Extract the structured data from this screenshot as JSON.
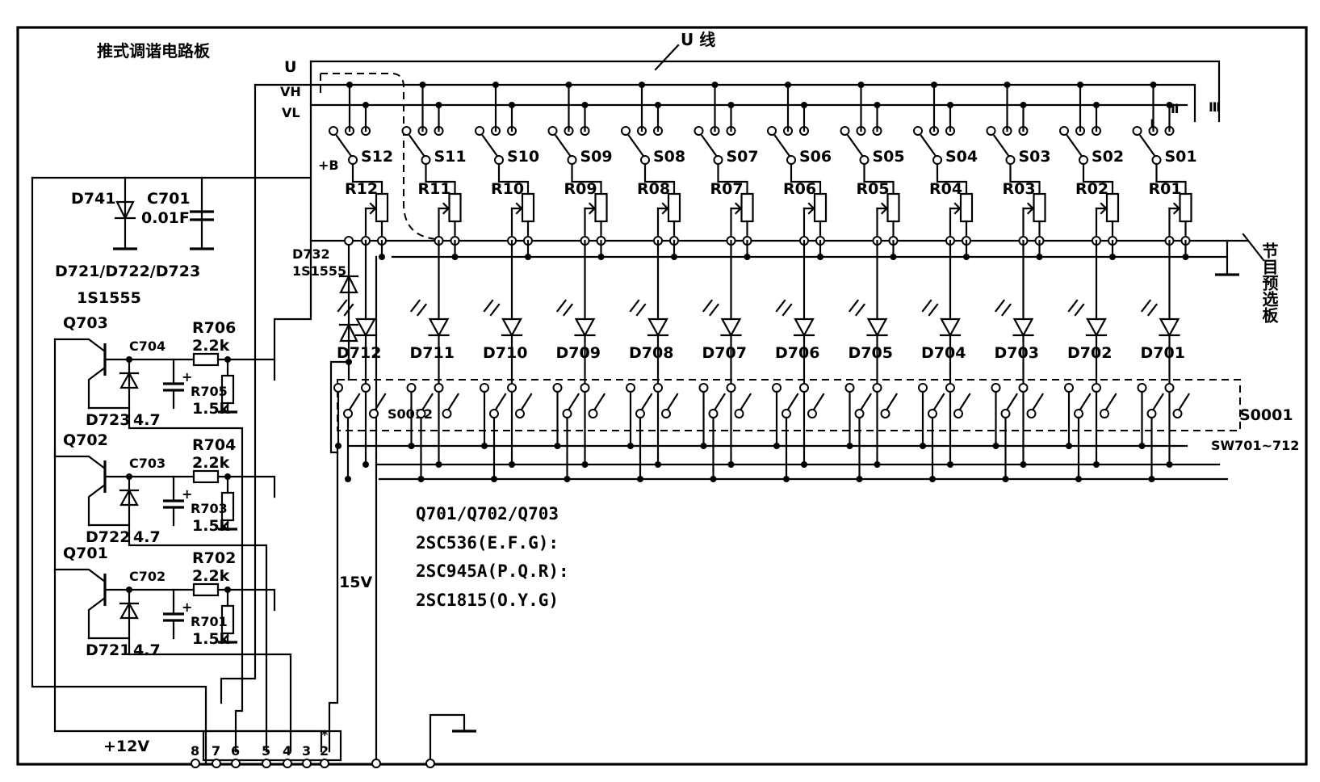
{
  "board_title": "推式调谐电路板",
  "u_line_label": "U 线",
  "bus_labels": {
    "u": "U",
    "vh": "VH",
    "vl": "VL",
    "plus_b": "+B"
  },
  "band_marks": {
    "i": "I",
    "ii": "Ⅱ",
    "iii": "Ⅲ"
  },
  "presets": [
    {
      "s": "S12",
      "r": "R12",
      "d": "D712"
    },
    {
      "s": "S11",
      "r": "R11",
      "d": "D711"
    },
    {
      "s": "S10",
      "r": "R10",
      "d": "D710"
    },
    {
      "s": "S09",
      "r": "R09",
      "d": "D709"
    },
    {
      "s": "S08",
      "r": "R08",
      "d": "D708"
    },
    {
      "s": "S07",
      "r": "R07",
      "d": "D707"
    },
    {
      "s": "S06",
      "r": "R06",
      "d": "D706"
    },
    {
      "s": "S05",
      "r": "R05",
      "d": "D705"
    },
    {
      "s": "S04",
      "r": "R04",
      "d": "D704"
    },
    {
      "s": "S03",
      "r": "R03",
      "d": "D703"
    },
    {
      "s": "S02",
      "r": "R02",
      "d": "D702"
    },
    {
      "s": "S01",
      "r": "R01",
      "d": "D701"
    }
  ],
  "preset_board_label": "节目预选板",
  "d741": "D741",
  "c701": {
    "name": "C701",
    "value": "0.01F"
  },
  "zener_note": {
    "parts": "D721/D722/D723",
    "type": "1S1555"
  },
  "d732": {
    "name": "D732",
    "type": "1S1555"
  },
  "stages": [
    {
      "q": "Q703",
      "r_base": "R706",
      "r_base_val": "2.2k",
      "c": "C704",
      "c_val": "4.7",
      "r_load": "R705",
      "r_load_val": "1.5k",
      "d": "D723"
    },
    {
      "q": "Q702",
      "r_base": "R704",
      "r_base_val": "2.2k",
      "c": "C703",
      "c_val": "4.7",
      "r_load": "R703",
      "r_load_val": "1.5k",
      "d": "D722"
    },
    {
      "q": "Q701",
      "r_base": "R702",
      "r_base_val": "2.2k",
      "c": "C702",
      "c_val": "4.7",
      "r_load": "R701",
      "r_load_val": "1.5k",
      "d": "D721"
    }
  ],
  "switch_labels": {
    "first": "S0012",
    "last": "S0001",
    "range": "SW701~712"
  },
  "transistor_note": [
    "Q701/Q702/Q703",
    "2SC536(E.F.G):",
    "2SC945A(P.Q.R):",
    "2SC1815(O.Y.G)"
  ],
  "supply_15v": "15V",
  "supply_12v": "+12V",
  "connector_pins": [
    "8",
    "7",
    "6",
    "5",
    "4",
    "3",
    "2"
  ],
  "pin2_mark": "*"
}
